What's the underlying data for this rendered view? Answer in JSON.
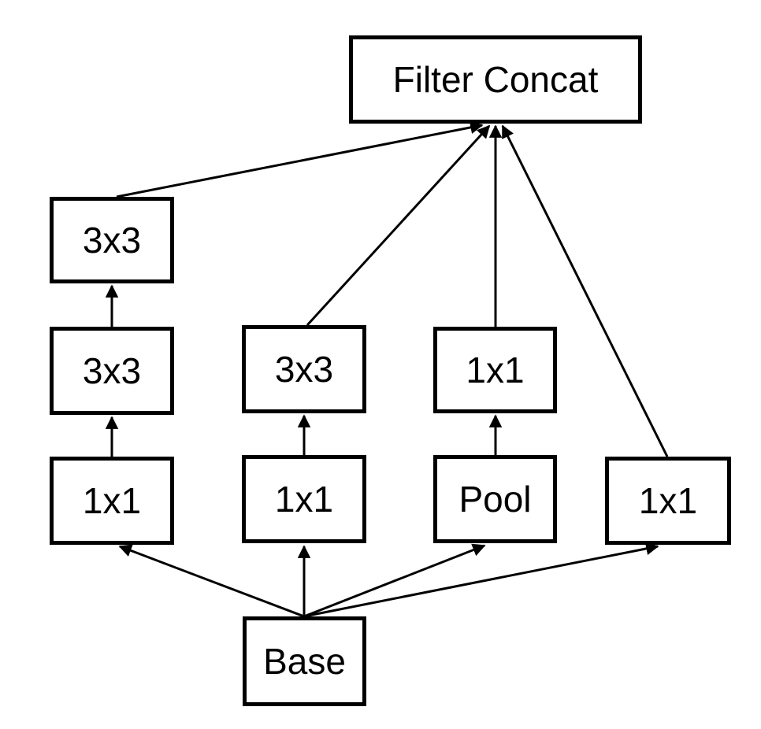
{
  "diagram": {
    "type": "flow-diagram",
    "description": "Inception-style module: Base feeds four parallel branches whose outputs merge into Filter Concat",
    "colors": {
      "stroke": "#000000",
      "node_fill": "#ffffff",
      "background": "#ffffff",
      "text": "#000000"
    },
    "nodes": {
      "filter_concat": {
        "label": "Filter Concat"
      },
      "branch1_conv3_top": {
        "label": "3x3"
      },
      "branch1_conv3_mid": {
        "label": "3x3"
      },
      "branch1_conv1": {
        "label": "1x1"
      },
      "branch2_conv3": {
        "label": "3x3"
      },
      "branch2_conv1": {
        "label": "1x1"
      },
      "branch3_conv1": {
        "label": "1x1"
      },
      "branch3_pool": {
        "label": "Pool"
      },
      "branch4_conv1": {
        "label": "1x1"
      },
      "base": {
        "label": "Base"
      }
    },
    "edges": [
      {
        "from": "base",
        "to": "branch1_conv1"
      },
      {
        "from": "base",
        "to": "branch2_conv1"
      },
      {
        "from": "base",
        "to": "branch3_pool"
      },
      {
        "from": "base",
        "to": "branch4_conv1"
      },
      {
        "from": "branch1_conv1",
        "to": "branch1_conv3_mid"
      },
      {
        "from": "branch1_conv3_mid",
        "to": "branch1_conv3_top"
      },
      {
        "from": "branch1_conv3_top",
        "to": "filter_concat"
      },
      {
        "from": "branch2_conv1",
        "to": "branch2_conv3"
      },
      {
        "from": "branch2_conv3",
        "to": "filter_concat"
      },
      {
        "from": "branch3_pool",
        "to": "branch3_conv1"
      },
      {
        "from": "branch3_conv1",
        "to": "filter_concat"
      },
      {
        "from": "branch4_conv1",
        "to": "filter_concat"
      }
    ]
  }
}
